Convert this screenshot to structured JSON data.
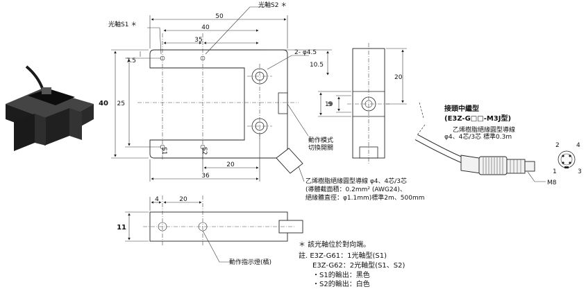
{
  "dims": {
    "overall_width": "50",
    "spacing_40": "40",
    "spacing_35": "35",
    "height_40": "40",
    "height_25": "25",
    "offset_7_5": "7.5",
    "hole_spec": "2- φ4.5",
    "side_10_5": "10.5",
    "side_20": "20",
    "side_9": "9",
    "side_19": "19",
    "bottom_20": "20",
    "bottom_36": "36",
    "bv_4": "4",
    "bv_20": "20",
    "bv_11": "11"
  },
  "labels": {
    "axis_s2": "光軸S2 ＊",
    "axis_s1": "光軸S1 ＊",
    "slot_s1": "S1",
    "slot_s2": "S2",
    "mode_switch_line1": "動作模式",
    "mode_switch_line2": "切換開關",
    "cable_line1": "乙烯樹脂絕緣圓型導線 φ4、4芯/3芯",
    "cable_line2": "(導體截面積：0.2mm² (AWG24)、",
    "cable_line3": "絕緣體直徑：φ1.1mm)標準2m、500mm",
    "indicator": "動作指示燈(橘)",
    "connector_title1": "接頭中繼型",
    "connector_title2": "(E3Z-G□□-M3J型)",
    "connector_cable1": "乙烯樹脂絕緣圓型導線",
    "connector_cable2": "φ4、4芯/3芯 標準0.3m",
    "thread": "M8",
    "pin1": "1",
    "pin2": "2",
    "pin3": "3",
    "pin4": "4"
  },
  "notes": [
    "＊ 該光軸位於對向端。",
    "註. E3Z-G61：1光軸型(S1)",
    "E3Z-G62：2光軸型(S1、S2)",
    "・S1的輸出：黑色",
    "・S2的輸出：白色"
  ]
}
